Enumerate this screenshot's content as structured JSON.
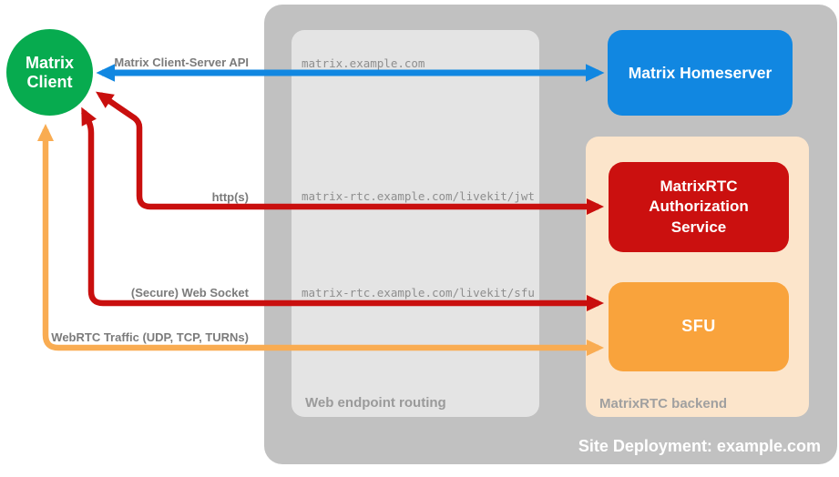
{
  "site_label": "Site Deployment: example.com",
  "nodes": {
    "client": "Matrix\nClient",
    "homeserver": "Matrix Homeserver",
    "auth_service": "MatrixRTC\nAuthorization\nService",
    "sfu": "SFU"
  },
  "routing": {
    "title": "Web endpoint routing",
    "routes": [
      "matrix.example.com",
      "matrix-rtc.example.com/livekit/jwt",
      "matrix-rtc.example.com/livekit/sfu"
    ]
  },
  "backend": {
    "title": "MatrixRTC backend"
  },
  "arrows": {
    "client_server": "Matrix Client-Server API",
    "https": "http(s)",
    "websocket": "(Secure) Web Socket",
    "webrtc": "WebRTC Traffic (UDP, TCP, TURNs)"
  },
  "colors": {
    "client_green": "#07AB4F",
    "homeserver_blue": "#1187E1",
    "auth_red": "#CB100F",
    "arrow_red": "#C90F0E",
    "sfu_orange": "#F9A33C",
    "arrow_orange": "#F9AC52",
    "backend_peach": "#FCE5CB",
    "container_gray": "#C1C1C1",
    "routing_gray": "#E4E4E4"
  }
}
